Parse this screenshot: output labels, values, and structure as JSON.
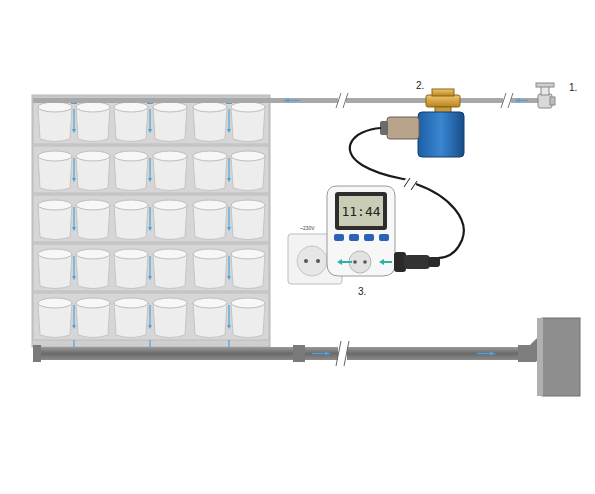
{
  "diagram": {
    "labels": [
      "1.",
      "2.",
      "3.",
      "~230V",
      "11:44"
    ]
  }
}
